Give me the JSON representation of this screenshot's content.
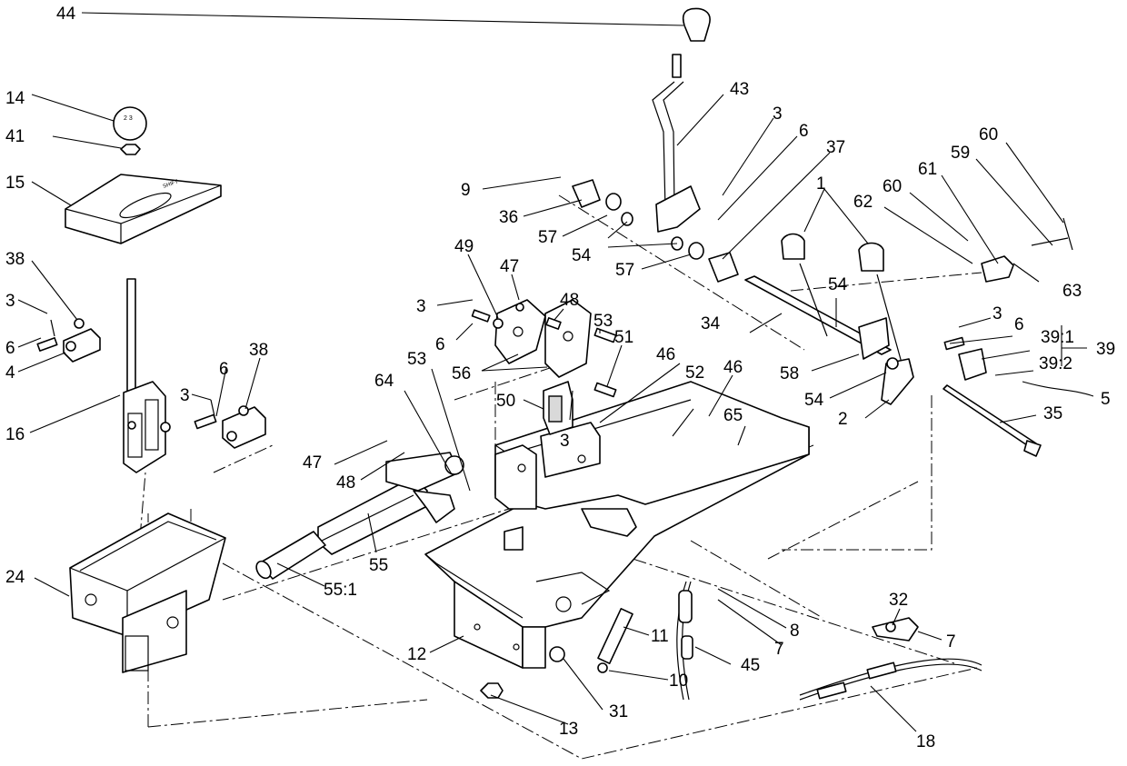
{
  "callouts": [
    {
      "id": "c44",
      "text": "44"
    },
    {
      "id": "c43",
      "text": "43"
    },
    {
      "id": "c3a",
      "text": "3"
    },
    {
      "id": "c6a",
      "text": "6"
    },
    {
      "id": "c37",
      "text": "37"
    },
    {
      "id": "c60a",
      "text": "60"
    },
    {
      "id": "c60b",
      "text": "60"
    },
    {
      "id": "c59",
      "text": "59"
    },
    {
      "id": "c61",
      "text": "61"
    },
    {
      "id": "c62",
      "text": "62"
    },
    {
      "id": "c1",
      "text": "1"
    },
    {
      "id": "c9",
      "text": "9"
    },
    {
      "id": "c36",
      "text": "36"
    },
    {
      "id": "c57a",
      "text": "57"
    },
    {
      "id": "c54a",
      "text": "54"
    },
    {
      "id": "c57b",
      "text": "57"
    },
    {
      "id": "c63",
      "text": "63"
    },
    {
      "id": "c14",
      "text": "14"
    },
    {
      "id": "c41",
      "text": "41"
    },
    {
      "id": "c15",
      "text": "15"
    },
    {
      "id": "c38a",
      "text": "38"
    },
    {
      "id": "c3b",
      "text": "3"
    },
    {
      "id": "c6b",
      "text": "6"
    },
    {
      "id": "c4",
      "text": "4"
    },
    {
      "id": "c16",
      "text": "16"
    },
    {
      "id": "c3c",
      "text": "3"
    },
    {
      "id": "c6c",
      "text": "6"
    },
    {
      "id": "c38b",
      "text": "38"
    },
    {
      "id": "c49",
      "text": "49"
    },
    {
      "id": "c47a",
      "text": "47"
    },
    {
      "id": "c3d",
      "text": "3"
    },
    {
      "id": "c48a",
      "text": "48"
    },
    {
      "id": "c53a",
      "text": "53"
    },
    {
      "id": "c6d",
      "text": "6"
    },
    {
      "id": "c51",
      "text": "51"
    },
    {
      "id": "c56",
      "text": "56"
    },
    {
      "id": "c46a",
      "text": "46"
    },
    {
      "id": "c52",
      "text": "52"
    },
    {
      "id": "c46b",
      "text": "46"
    },
    {
      "id": "c50",
      "text": "50"
    },
    {
      "id": "c3e",
      "text": "3"
    },
    {
      "id": "c64",
      "text": "64"
    },
    {
      "id": "c53b",
      "text": "53"
    },
    {
      "id": "c34",
      "text": "34"
    },
    {
      "id": "c54b",
      "text": "54"
    },
    {
      "id": "c58",
      "text": "58"
    },
    {
      "id": "c54c",
      "text": "54"
    },
    {
      "id": "c2",
      "text": "2"
    },
    {
      "id": "c3f",
      "text": "3"
    },
    {
      "id": "c6e",
      "text": "6"
    },
    {
      "id": "c39_1",
      "text": "39:1"
    },
    {
      "id": "c39",
      "text": "39"
    },
    {
      "id": "c39_2",
      "text": "39:2"
    },
    {
      "id": "c5",
      "text": "5"
    },
    {
      "id": "c35",
      "text": "35"
    },
    {
      "id": "c65",
      "text": "65"
    },
    {
      "id": "c47b",
      "text": "47"
    },
    {
      "id": "c48b",
      "text": "48"
    },
    {
      "id": "c55",
      "text": "55"
    },
    {
      "id": "c55_1",
      "text": "55:1"
    },
    {
      "id": "c24",
      "text": "24"
    },
    {
      "id": "c12",
      "text": "12"
    },
    {
      "id": "c13",
      "text": "13"
    },
    {
      "id": "c31",
      "text": "31"
    },
    {
      "id": "c10",
      "text": "10"
    },
    {
      "id": "c11",
      "text": "11"
    },
    {
      "id": "c45",
      "text": "45"
    },
    {
      "id": "c7a",
      "text": "7"
    },
    {
      "id": "c8",
      "text": "8"
    },
    {
      "id": "c32",
      "text": "32"
    },
    {
      "id": "c7b",
      "text": "7"
    },
    {
      "id": "c18",
      "text": "18"
    }
  ]
}
